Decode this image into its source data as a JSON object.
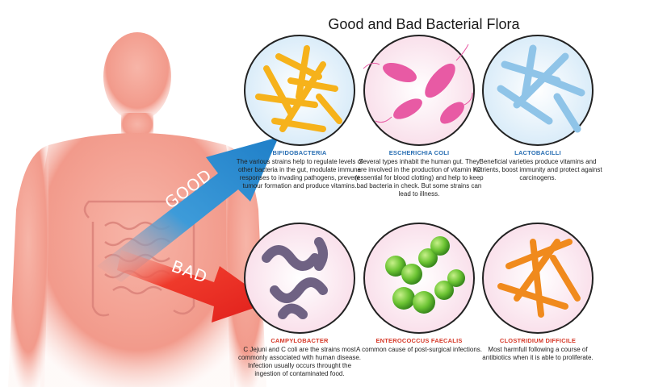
{
  "title": "Good and Bad Bacterial Flora",
  "arrows": {
    "good": "GOOD",
    "bad": "BAD"
  },
  "bacteria": [
    {
      "name": "BIFIDOBACTERIA",
      "type": "good",
      "description": "The various strains help to regulate levels of other bacteria in the gut, modulate immune responses to invading pathogens, prevent tumour formation and produce vitamins."
    },
    {
      "name": "ESCHERICHIA COLI",
      "type": "good",
      "description": "Several types inhabit the human gut. They are involved in the production of vitamin K2 (essential for blood clotting) and help to keep bad bacteria in check. But some strains can lead to illness."
    },
    {
      "name": "LACTOBACILLI",
      "type": "good",
      "description": "Beneficial varieties produce vitamins and nutrients, boost immunity and protect against carcinogens."
    },
    {
      "name": "CAMPYLOBACTER",
      "type": "bad",
      "description": "C Jejuni and C coli are the strains most commonly associated with human disease. Infection usually occurs throught the ingestion of contaminated food."
    },
    {
      "name": "ENTEROCOCCUS FAECALIS",
      "type": "bad",
      "description": "A common cause of post-surgical infections."
    },
    {
      "name": "CLOSTRIDIUM DIFFICILE",
      "type": "bad",
      "description": "Most harmfull following a course of antibiotics when it is able to proliferate."
    }
  ],
  "colors": {
    "body": "#f4a79a",
    "good_arrow": "#2e8fd0",
    "bad_arrow": "#e52421",
    "good_text": "#2a6fb3",
    "bad_text": "#d63a2a"
  }
}
